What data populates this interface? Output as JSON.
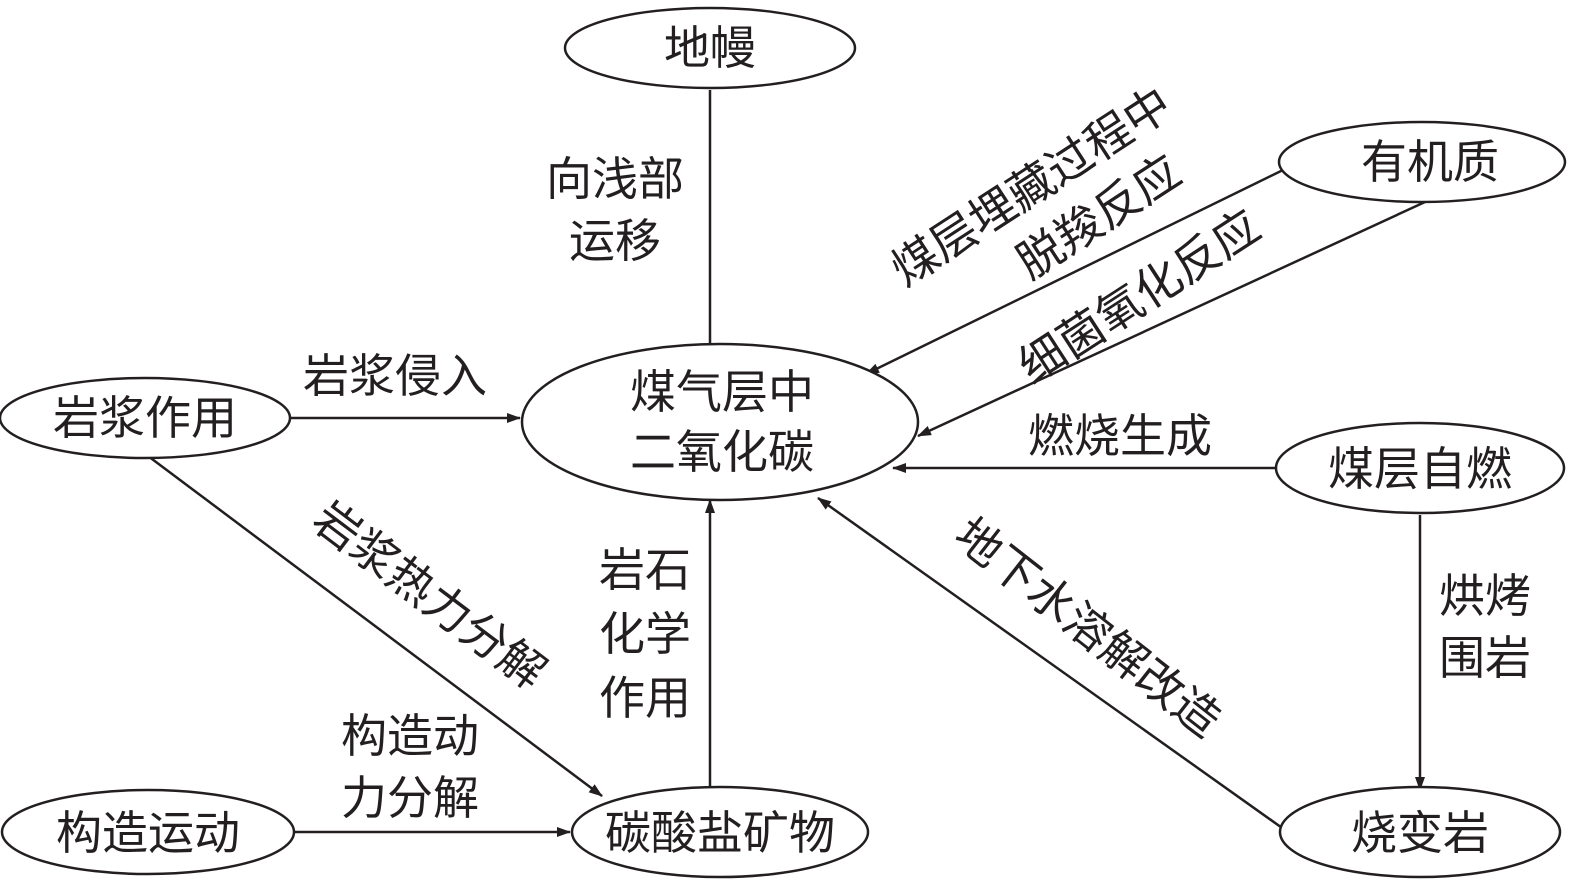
{
  "nodes": {
    "mantle": "地幔",
    "organic": "有机质",
    "magmatism": "岩浆作用",
    "center_line1": "煤气层中",
    "center_line2": "二氧化碳",
    "coal_combustion": "煤层自燃",
    "tectonic": "构造运动",
    "carbonate": "碳酸盐矿物",
    "burnt_rock": "烧变岩"
  },
  "edges": {
    "mantle_line1": "向浅部",
    "mantle_line2": "运移",
    "decarb_line1": "煤层埋藏过程中",
    "decarb_line2": "脱羧反应",
    "bacterial": "细菌氧化反应",
    "intrusion": "岩浆侵入",
    "combustion": "燃烧生成",
    "thermal": "岩浆热力分解",
    "tectonic_line1": "构造动",
    "tectonic_line2": "力分解",
    "rock_line1": "岩石",
    "rock_line2": "化学",
    "rock_line3": "作用",
    "groundwater": "地下水溶解改造",
    "bake_line1": "烘烤",
    "bake_line2": "围岩"
  }
}
